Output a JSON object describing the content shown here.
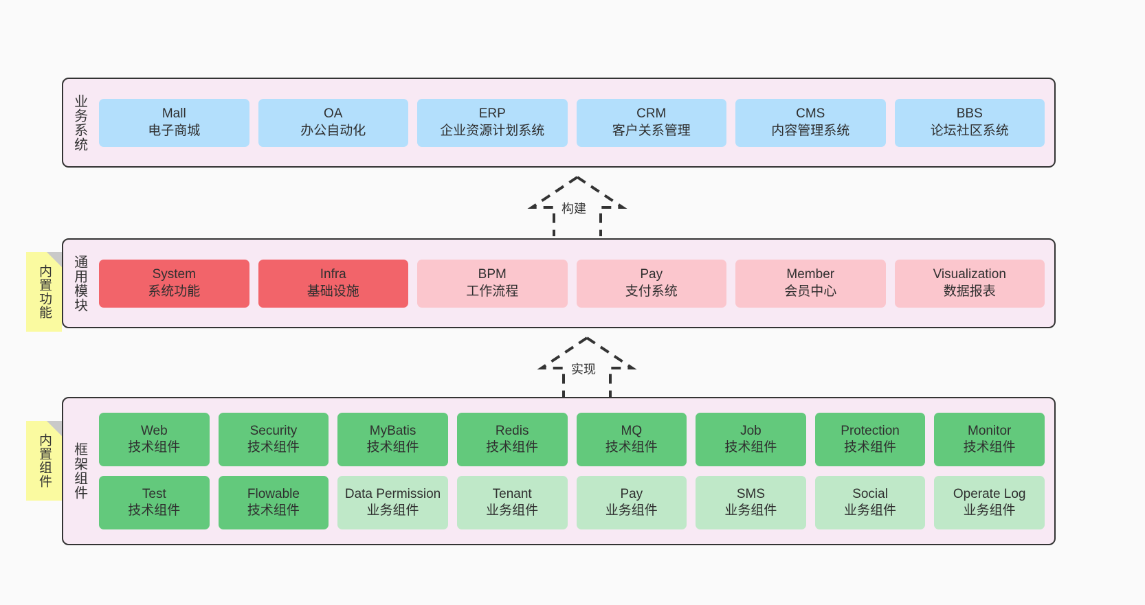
{
  "diagram": {
    "background_color": "#fafafa",
    "panel_color": "#f8e9f4",
    "note_color": "#fafaa0"
  },
  "layers": [
    {
      "key": "business",
      "title": "业务系统",
      "rows": [
        [
          {
            "en": "Mall",
            "cn": "电子商城",
            "color": "#b3dffc"
          },
          {
            "en": "OA",
            "cn": "办公自动化",
            "color": "#b3dffc"
          },
          {
            "en": "ERP",
            "cn": "企业资源计划系统",
            "color": "#b3dffc"
          },
          {
            "en": "CRM",
            "cn": "客户关系管理",
            "color": "#b3dffc"
          },
          {
            "en": "CMS",
            "cn": "内容管理系统",
            "color": "#b3dffc"
          },
          {
            "en": "BBS",
            "cn": "论坛社区系统",
            "color": "#b3dffc"
          }
        ]
      ]
    },
    {
      "key": "common",
      "title": "通用模块",
      "rows": [
        [
          {
            "en": "System",
            "cn": "系统功能",
            "color": "#f2646a"
          },
          {
            "en": "Infra",
            "cn": "基础设施",
            "color": "#f2646a"
          },
          {
            "en": "BPM",
            "cn": "工作流程",
            "color": "#fbc6cd"
          },
          {
            "en": "Pay",
            "cn": "支付系统",
            "color": "#fbc6cd"
          },
          {
            "en": "Member",
            "cn": "会员中心",
            "color": "#fbc6cd"
          },
          {
            "en": "Visualization",
            "cn": "数据报表",
            "color": "#fbc6cd"
          }
        ]
      ]
    },
    {
      "key": "framework",
      "title": "框架组件",
      "rows": [
        [
          {
            "en": "Web",
            "cn": "技术组件",
            "color": "#63c97c"
          },
          {
            "en": "Security",
            "cn": "技术组件",
            "color": "#63c97c"
          },
          {
            "en": "MyBatis",
            "cn": "技术组件",
            "color": "#63c97c"
          },
          {
            "en": "Redis",
            "cn": "技术组件",
            "color": "#63c97c"
          },
          {
            "en": "MQ",
            "cn": "技术组件",
            "color": "#63c97c"
          },
          {
            "en": "Job",
            "cn": "技术组件",
            "color": "#63c97c"
          },
          {
            "en": "Protection",
            "cn": "技术组件",
            "color": "#63c97c"
          },
          {
            "en": "Monitor",
            "cn": "技术组件",
            "color": "#63c97c"
          }
        ],
        [
          {
            "en": "Test",
            "cn": "技术组件",
            "color": "#63c97c"
          },
          {
            "en": "Flowable",
            "cn": "技术组件",
            "color": "#63c97c"
          },
          {
            "en": "Data Permission",
            "cn": "业务组件",
            "color": "#bfe8c8"
          },
          {
            "en": "Tenant",
            "cn": "业务组件",
            "color": "#bfe8c8"
          },
          {
            "en": "Pay",
            "cn": "业务组件",
            "color": "#bfe8c8"
          },
          {
            "en": "SMS",
            "cn": "业务组件",
            "color": "#bfe8c8"
          },
          {
            "en": "Social",
            "cn": "业务组件",
            "color": "#bfe8c8"
          },
          {
            "en": "Operate Log",
            "cn": "业务组件",
            "color": "#bfe8c8"
          }
        ]
      ]
    }
  ],
  "notes": [
    {
      "key": "builtin-func",
      "text": "内置功能"
    },
    {
      "key": "builtin-comp",
      "text": "内置组件"
    }
  ],
  "connectors": [
    {
      "key": "build",
      "label": "构建"
    },
    {
      "key": "impl",
      "label": "实现"
    }
  ]
}
